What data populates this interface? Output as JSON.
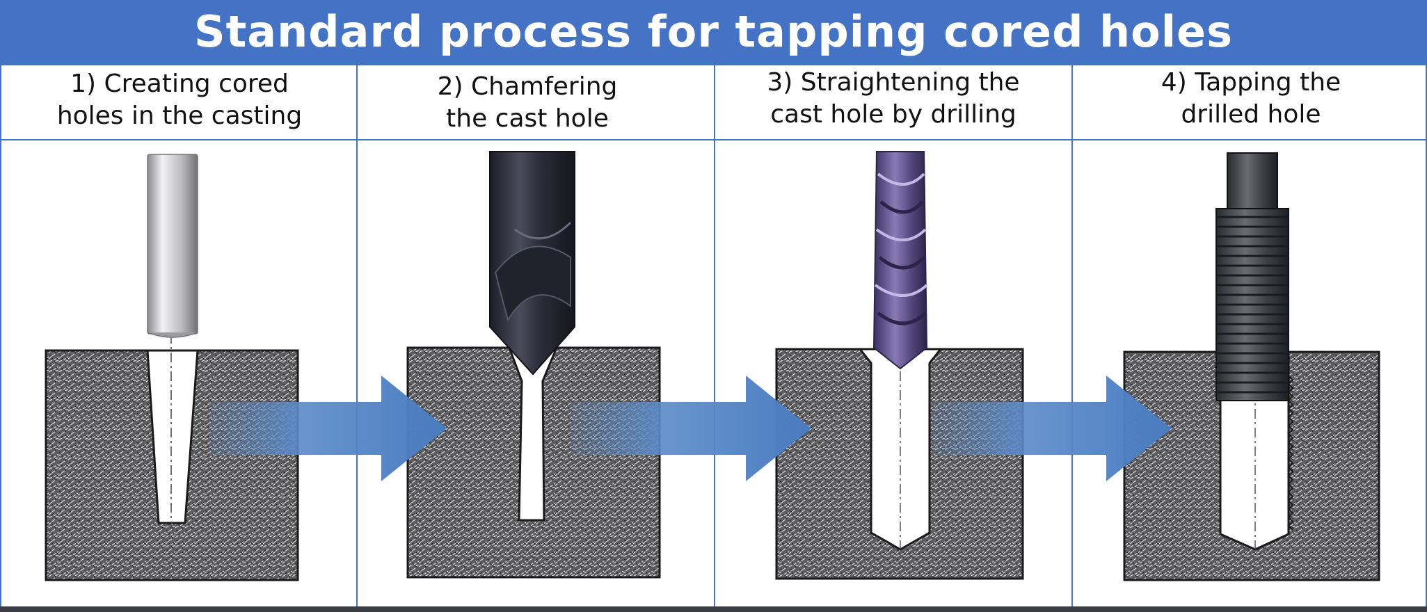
{
  "title": "Standard process for tapping cored holes",
  "steps": [
    {
      "line1": "1) Creating cored",
      "line2": "holes in the casting"
    },
    {
      "line1": "2) Chamfering",
      "line2": "the cast hole"
    },
    {
      "line1": "3) Straightening the",
      "line2": "cast hole by drilling"
    },
    {
      "line1": "4) Tapping the",
      "line2": "drilled hole"
    }
  ],
  "colors": {
    "header": "#4472c4",
    "arrow": "#5b8ac8",
    "casting": "#5a5a5a",
    "drill_purple": "#6a5a9a",
    "chamfer_tool": "#2c2e3a",
    "tap": "#44464e",
    "core_pin": "#c8c8cc"
  },
  "icons": [
    "core-pin-icon",
    "chamfer-tool-icon",
    "twist-drill-icon",
    "tap-icon",
    "process-arrow-icon"
  ]
}
